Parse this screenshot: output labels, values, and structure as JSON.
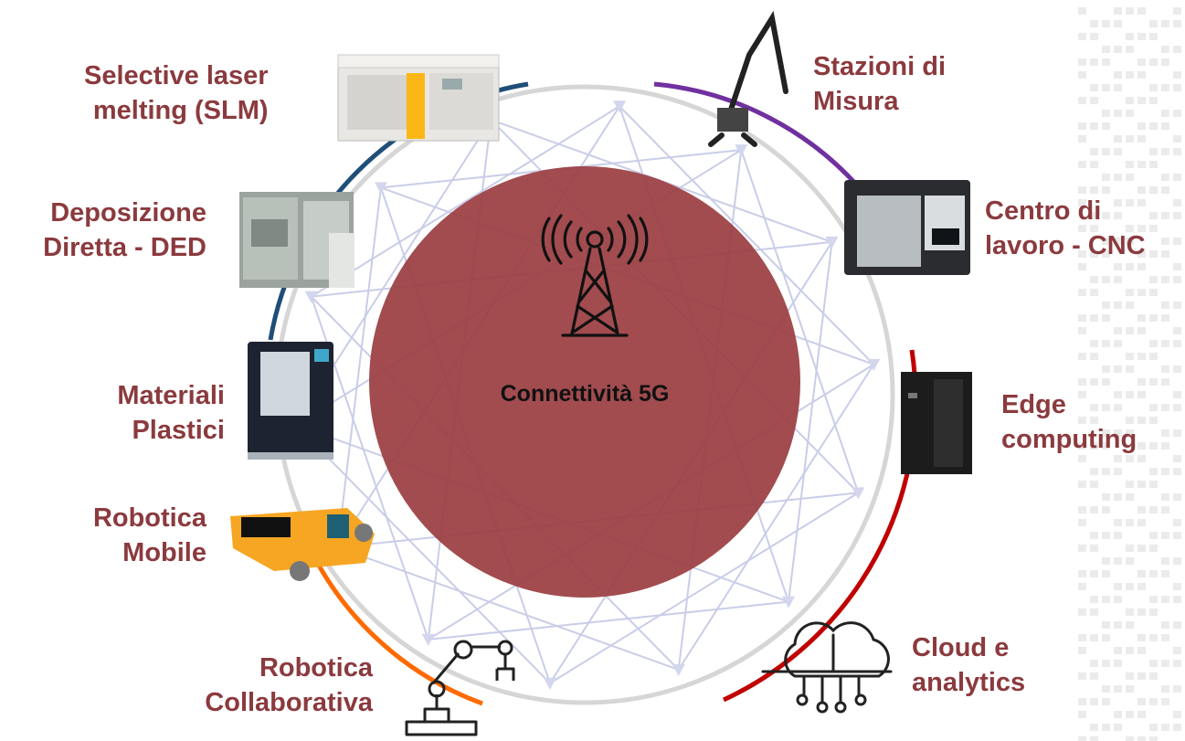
{
  "center": {
    "title": "Connettività 5G",
    "icon": "5g-antenna-tower-icon"
  },
  "nodes": [
    {
      "id": "slm",
      "lines": [
        "Selective laser",
        "melting (SLM)"
      ],
      "icon": "slm-printer-machine",
      "arc_color": "#1f4e79"
    },
    {
      "id": "ded",
      "lines": [
        "Deposizione",
        "Diretta - DED"
      ],
      "icon": "ded-machine",
      "arc_color": "#1f4e79"
    },
    {
      "id": "plastic",
      "lines": [
        "Materiali",
        "Plastici"
      ],
      "icon": "plastic-3d-printer",
      "arc_color": "#1f4e79"
    },
    {
      "id": "mobile",
      "lines": [
        "Robotica",
        "Mobile"
      ],
      "icon": "mobile-robot-agv",
      "arc_color": "#ff6a00"
    },
    {
      "id": "cobot",
      "lines": [
        "Robotica",
        "Collaborativa"
      ],
      "icon": "robot-arm-icon",
      "arc_color": "#ff6a00"
    },
    {
      "id": "cloud",
      "lines": [
        "Cloud e",
        "analytics"
      ],
      "icon": "cloud-brain-icon",
      "arc_color": "#c00000"
    },
    {
      "id": "edge",
      "lines": [
        "Edge",
        "computing"
      ],
      "icon": "server-rack",
      "arc_color": "#c00000"
    },
    {
      "id": "cnc",
      "lines": [
        "Centro di",
        "lavoro - CNC"
      ],
      "icon": "cnc-machine",
      "arc_color": "#7030a0"
    },
    {
      "id": "measure",
      "lines": [
        "Stazioni di",
        "Misura"
      ],
      "icon": "measuring-arm",
      "arc_color": "#7030a0"
    }
  ],
  "colors": {
    "label": "#8b3a3e",
    "center_fill": "#9b3e42",
    "ring": "#d4d4d4",
    "mesh": "#c9cde8"
  }
}
